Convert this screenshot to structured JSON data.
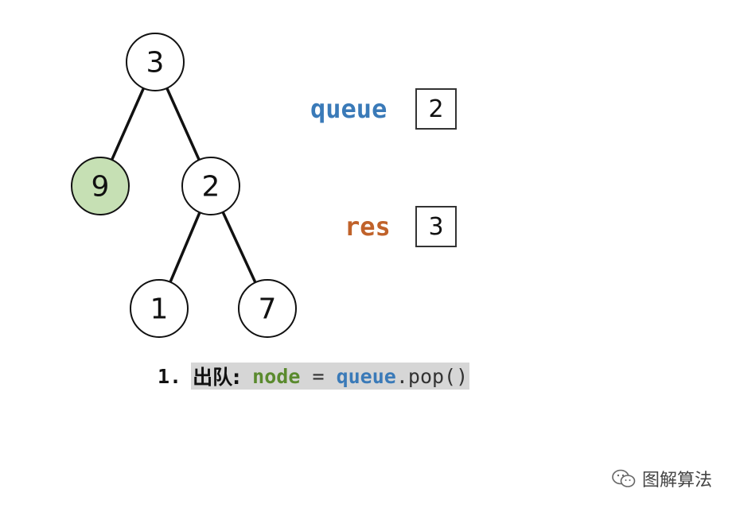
{
  "tree": {
    "nodes": [
      {
        "id": "n3",
        "value": "3",
        "highlight": false
      },
      {
        "id": "n9",
        "value": "9",
        "highlight": true
      },
      {
        "id": "n2",
        "value": "2",
        "highlight": false
      },
      {
        "id": "n1",
        "value": "1",
        "highlight": false
      },
      {
        "id": "n7",
        "value": "7",
        "highlight": false
      }
    ],
    "edges": [
      [
        "n3",
        "n9"
      ],
      [
        "n3",
        "n2"
      ],
      [
        "n2",
        "n1"
      ],
      [
        "n2",
        "n7"
      ]
    ],
    "highlight_color": "#c6e0b4",
    "default_fill": "#ffffff"
  },
  "queue": {
    "label": "queue",
    "color": "#3a7ab8",
    "values": [
      "2"
    ]
  },
  "res": {
    "label": "res",
    "color": "#c0622a",
    "values": [
      "3"
    ]
  },
  "step": {
    "number": "1.",
    "action_cn": "出队:",
    "var_node": "node",
    "equals": "=",
    "var_queue": "queue",
    "call": ".pop()"
  },
  "watermark": {
    "text": "图解算法",
    "icon": "wechat-icon"
  }
}
